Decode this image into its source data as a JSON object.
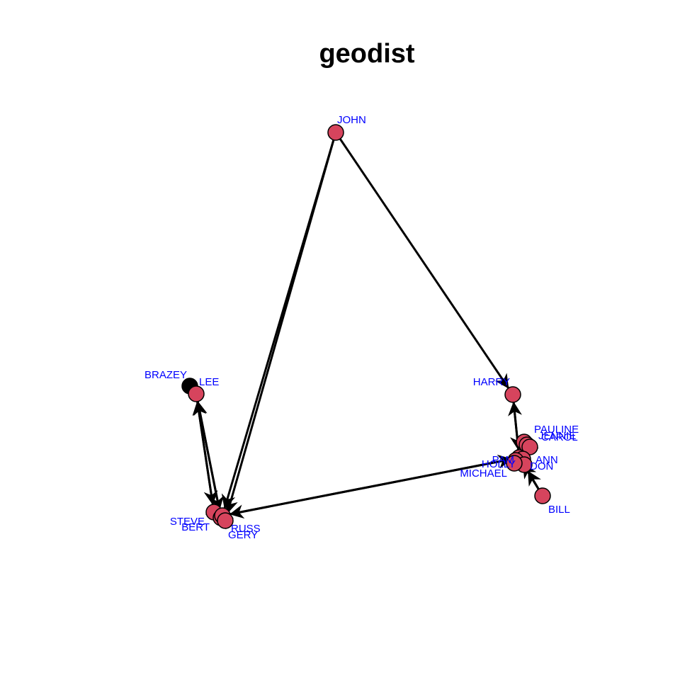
{
  "title": "geodist",
  "colors": {
    "node_fill": "#d6445d",
    "node_stroke": "#000000",
    "edge": "#000000",
    "label": "#0000ff",
    "isolate_fill": "#000000"
  },
  "nodes": [
    {
      "id": "JOHN",
      "label": "JOHN"
    },
    {
      "id": "BRAZEY",
      "label": "BRAZEY"
    },
    {
      "id": "LEE",
      "label": "LEE"
    },
    {
      "id": "HARRY",
      "label": "HARRY"
    },
    {
      "id": "PAULINE",
      "label": "PAULINE"
    },
    {
      "id": "JENNIE",
      "label": "JENNIE"
    },
    {
      "id": "CAROL",
      "label": "CAROL"
    },
    {
      "id": "PAM",
      "label": "PAM"
    },
    {
      "id": "ANN",
      "label": "ANN"
    },
    {
      "id": "HOLLY",
      "label": "HOLLY"
    },
    {
      "id": "DON",
      "label": "DON"
    },
    {
      "id": "MICHAEL",
      "label": "MICHAEL"
    },
    {
      "id": "BILL",
      "label": "BILL"
    },
    {
      "id": "STEVE",
      "label": "STEVE"
    },
    {
      "id": "BERT",
      "label": "BERT"
    },
    {
      "id": "RUSS",
      "label": "RUSS"
    },
    {
      "id": "GERY",
      "label": "GERY"
    }
  ],
  "edges": [
    [
      "JOHN",
      "RUSS"
    ],
    [
      "JOHN",
      "GERY"
    ],
    [
      "JOHN",
      "HARRY"
    ],
    [
      "LEE",
      "STEVE"
    ],
    [
      "LEE",
      "BERT"
    ],
    [
      "STEVE",
      "LEE"
    ],
    [
      "BERT",
      "LEE"
    ],
    [
      "RUSS",
      "PAM"
    ],
    [
      "PAM",
      "RUSS"
    ],
    [
      "HARRY",
      "PAM"
    ],
    [
      "PAM",
      "HARRY"
    ],
    [
      "BILL",
      "PAM"
    ],
    [
      "BILL",
      "DON"
    ],
    [
      "PAULINE",
      "PAM"
    ],
    [
      "JENNIE",
      "PAM"
    ],
    [
      "CAROL",
      "PAM"
    ],
    [
      "ANN",
      "PAM"
    ],
    [
      "HOLLY",
      "PAM"
    ],
    [
      "MICHAEL",
      "PAM"
    ],
    [
      "DON",
      "PAM"
    ],
    [
      "PAM",
      "PAULINE"
    ],
    [
      "PAM",
      "CAROL"
    ],
    [
      "PAM",
      "JENNIE"
    ],
    [
      "PAM",
      "ANN"
    ],
    [
      "PAM",
      "HOLLY"
    ],
    [
      "STEVE",
      "RUSS"
    ],
    [
      "BERT",
      "GERY"
    ],
    [
      "GERY",
      "STEVE"
    ],
    [
      "RUSS",
      "BERT"
    ]
  ]
}
